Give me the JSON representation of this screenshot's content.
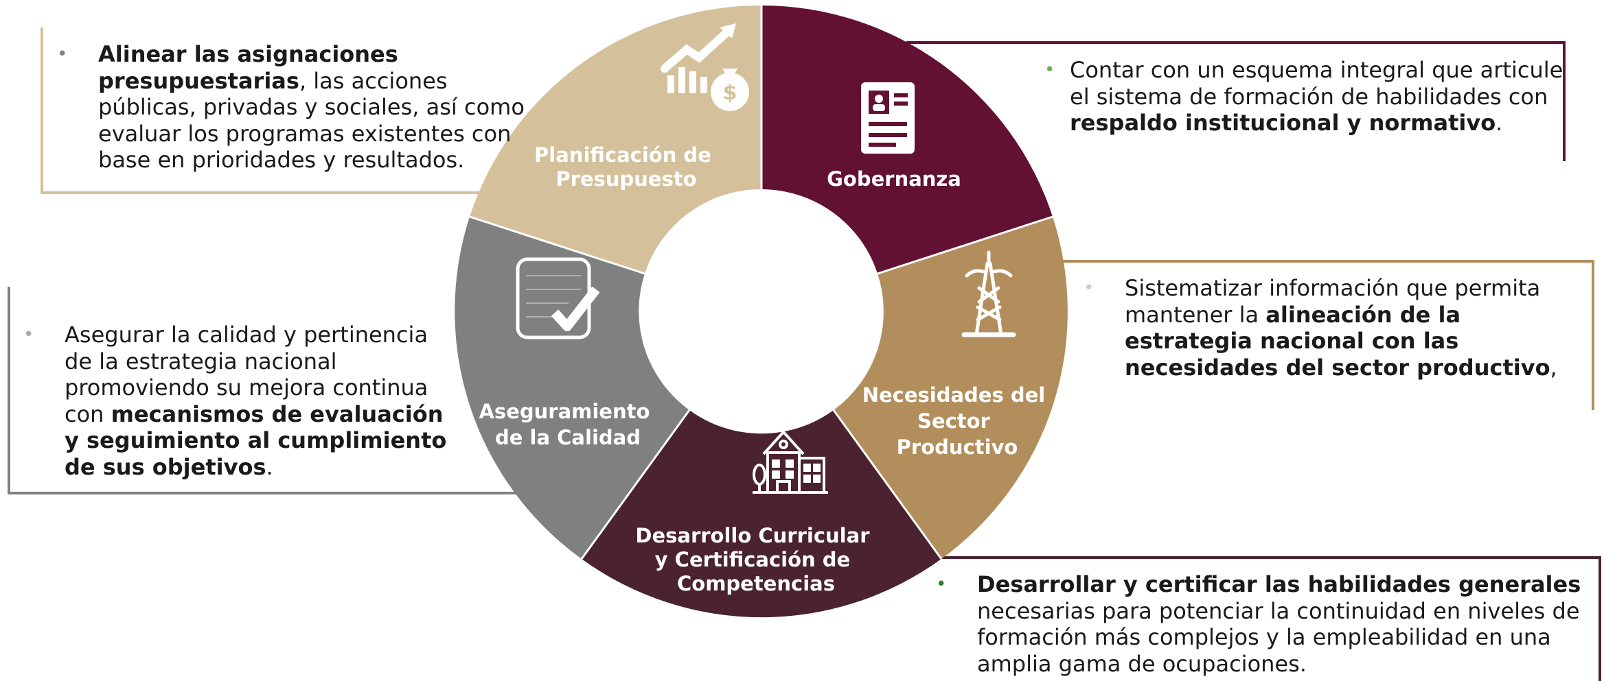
{
  "segments": [
    {
      "id": "planificacion",
      "label_lines": [
        "Planificación de",
        "Presupuesto"
      ],
      "color": "#d4c19c",
      "icon": "chart-money-icon"
    },
    {
      "id": "gobernanza",
      "label_lines": [
        "Gobernanza"
      ],
      "color": "#621132",
      "icon": "id-document-icon"
    },
    {
      "id": "necesidades",
      "label_lines": [
        "Necesidades del",
        "Sector",
        "Productivo"
      ],
      "color": "#b38e5d",
      "icon": "oil-rig-icon"
    },
    {
      "id": "desarrollo",
      "label_lines": [
        "Desarrollo Curricular",
        "y Certificación de",
        "Competencias"
      ],
      "color": "#4a2230",
      "icon": "school-building-icon"
    },
    {
      "id": "aseguramiento",
      "label_lines": [
        "Aseguramiento",
        "de la Calidad"
      ],
      "color": "#808080",
      "icon": "checklist-icon"
    }
  ],
  "descriptions": {
    "planificacion": {
      "bullet_color": "#808080",
      "bold_1": "Alinear las asignaciones presupuestarias",
      "text_1": ", las acciones públicas, privadas y sociales, así como evaluar los programas existentes con base en prioridades y resultados."
    },
    "gobernanza": {
      "bullet_color": "#6ab04c",
      "text_1": "Contar con un esquema integral que articule el sistema de formación de habilidades con ",
      "bold_1": "respaldo institucional y normativo",
      "text_2": "."
    },
    "necesidades": {
      "bullet_color": "#cccccc",
      "text_1": "Sistematizar información que permita mantener la ",
      "bold_1": "alineación de la estrategia nacional con las necesidades del sector productivo",
      "text_2": ","
    },
    "desarrollo": {
      "bullet_color": "#2e7d32",
      "bold_1": "Desarrollar y certificar las habilidades generales",
      "text_1": " necesarias para potenciar la continuidad en niveles de formación más complejos  y la empleabilidad en una amplia gama de ocupaciones."
    },
    "aseguramiento": {
      "bullet_color": "#aaaaaa",
      "text_1": "Asegurar la calidad y pertinencia de la estrategia nacional promoviendo su mejora continua con ",
      "bold_1": "mecanismos de evaluación y seguimiento al cumplimiento de sus objetivos",
      "text_2": "."
    }
  }
}
